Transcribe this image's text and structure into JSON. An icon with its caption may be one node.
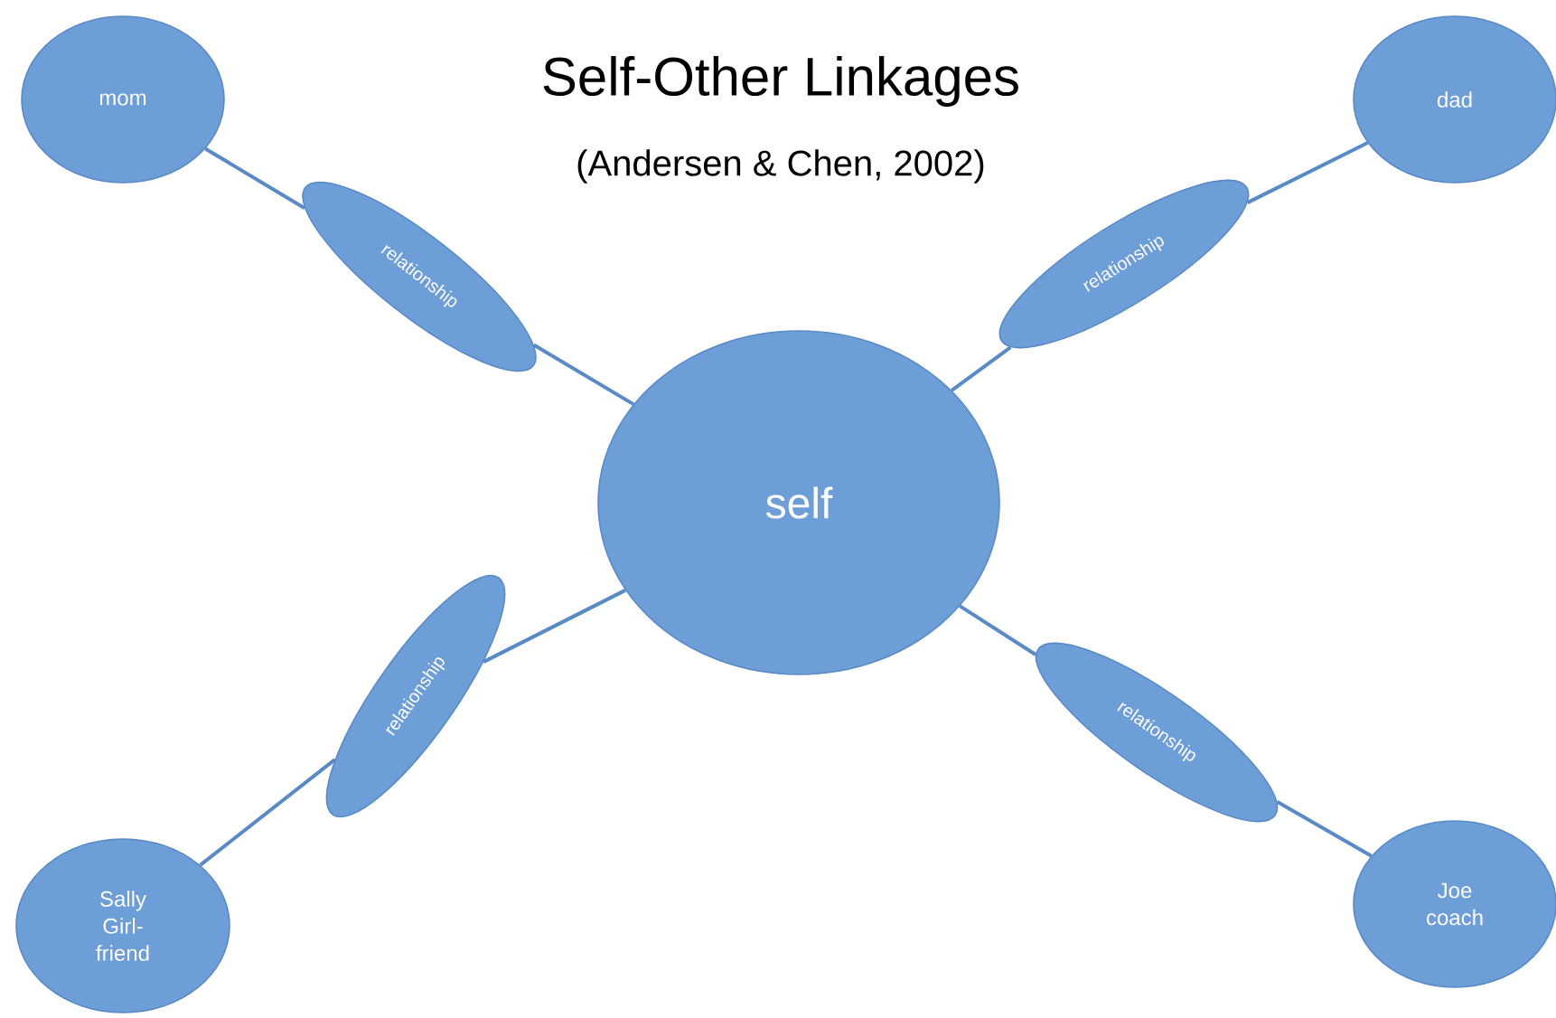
{
  "diagram": {
    "title": "Self-Other Linkages",
    "nodes": [
      {
        "text": [
          "mom"
        ]
      },
      {
        "text": [
          "dad"
        ]
      },
      {
        "text": [
          "relationship"
        ]
      },
      {
        "text": [
          "relationship"
        ]
      },
      {
        "text": [
          "self"
        ]
      },
      {
        "text": [
          "relationship"
        ]
      },
      {
        "text": [
          "relationship"
        ]
      },
      {
        "text": [
          "Sally Girl-friend"
        ]
      },
      {
        "text": [
          "Joe coach"
        ]
      }
    ],
    "edges": [
      {
        "from": 0,
        "to": 2,
        "arrow": "none"
      },
      {
        "from": 2,
        "to": 4,
        "arrow": "none"
      },
      {
        "from": 1,
        "to": 3,
        "arrow": "none"
      },
      {
        "from": 3,
        "to": 4,
        "arrow": "none"
      },
      {
        "from": 4,
        "to": 5,
        "arrow": "none"
      },
      {
        "from": 5,
        "to": 7,
        "arrow": "none"
      },
      {
        "from": 4,
        "to": 6,
        "arrow": "none"
      },
      {
        "from": 6,
        "to": 8,
        "arrow": "none"
      }
    ],
    "labels": [
      "(Andersen & Chen, 2002)"
    ]
  }
}
